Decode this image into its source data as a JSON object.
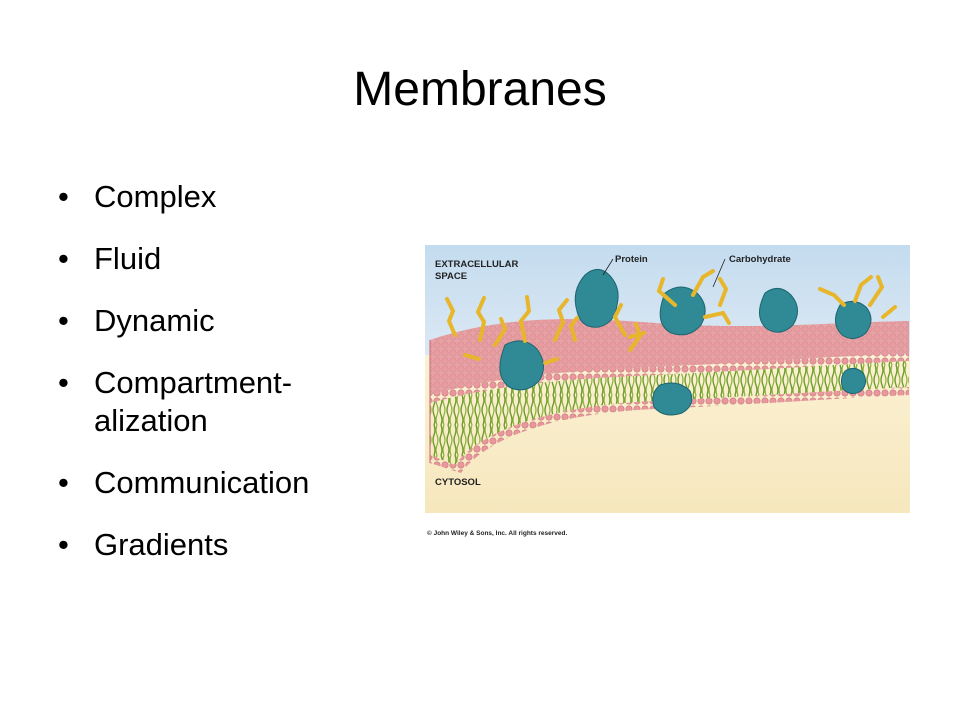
{
  "slide": {
    "title": "Membranes",
    "bullets": [
      "Complex",
      "Fluid",
      "Dynamic",
      "Compartment-alization",
      "Communication",
      "Gradients"
    ],
    "bullet_glyph": "•"
  },
  "figure": {
    "labels": {
      "extracellular_line1": "EXTRACELLULAR",
      "extracellular_line2": "SPACE",
      "protein": "Protein",
      "carbohydrate": "Carbohydrate",
      "cytosol": "CYTOSOL"
    },
    "credit": "© John Wiley & Sons, Inc. All rights reserved.",
    "colors": {
      "extracellular": "#cfe3f2",
      "cytosol": "#f9edc9",
      "membrane_heads": "#e79a9e",
      "membrane_tails": "#6f9a2e",
      "protein": "#2f8a96",
      "carbohydrate": "#e8b62a"
    }
  }
}
